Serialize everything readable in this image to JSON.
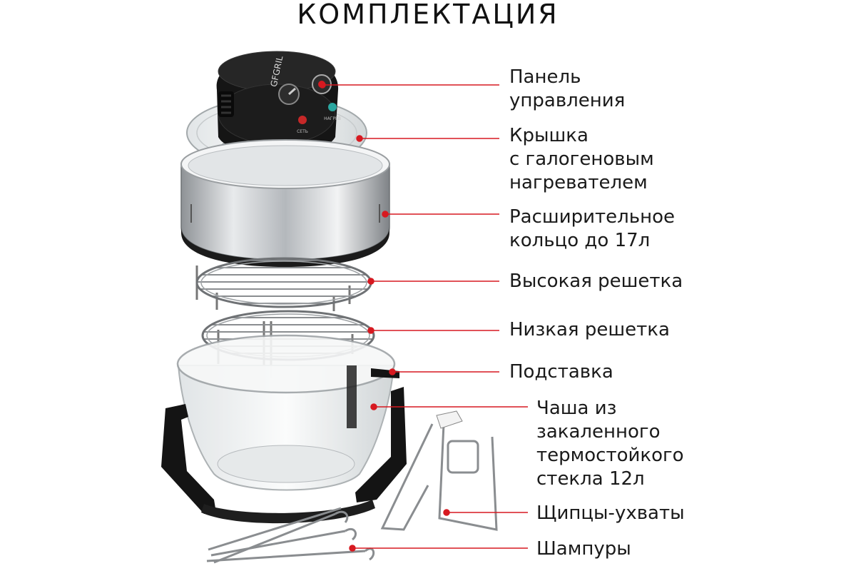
{
  "title": "КОМПЛЕКТАЦИЯ",
  "colors": {
    "leader_line": "#d71920",
    "text": "#1a1a1a"
  },
  "brand_text": "GFGRIL",
  "panel_text": {
    "power": "СЕТЬ",
    "heater": "НАГРЕВ"
  },
  "callouts": [
    {
      "id": "panel",
      "text": "Панель\nуправления"
    },
    {
      "id": "lid",
      "text": "Крышка\nс галогеновым\nнагревателем"
    },
    {
      "id": "ring",
      "text": "Расширительное\nкольцо до 17л"
    },
    {
      "id": "high-rack",
      "text": "Высокая решетка"
    },
    {
      "id": "low-rack",
      "text": "Низкая решетка"
    },
    {
      "id": "stand",
      "text": "Подставка"
    },
    {
      "id": "bowl",
      "text": "Чаша из\nзакаленного\nтермостойкого\nстекла 12л"
    },
    {
      "id": "tongs",
      "text": "Щипцы-ухваты"
    },
    {
      "id": "skewers",
      "text": "Шампуры"
    }
  ]
}
